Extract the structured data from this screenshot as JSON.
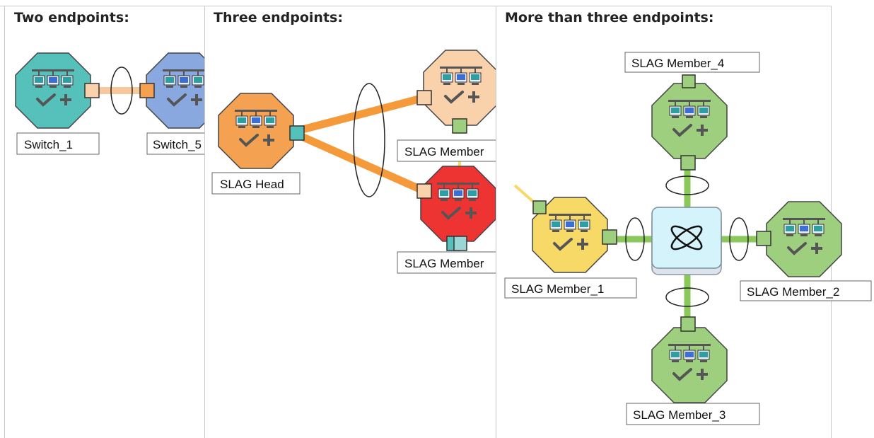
{
  "panels": {
    "two": {
      "heading": "Two endpoints:"
    },
    "three": {
      "heading": "Three endpoints:"
    },
    "more": {
      "heading": "More than three endpoints:"
    }
  },
  "nodes": {
    "switch_1": "Switch_1",
    "switch_2": "Switch_5",
    "slag_head": "SLAG Head",
    "slag_member_top": "SLAG Member",
    "slag_member_bottom": "SLAG Member",
    "member_1": "SLAG Member_1",
    "member_2": "SLAG Member_2",
    "member_3": "SLAG Member_3",
    "member_4": "SLAG Member_4"
  },
  "colors": {
    "teal": "#56c0bb",
    "blue": "#8aa8e0",
    "orange": "#f4a252",
    "peach": "#f9d2ab",
    "red": "#ee3333",
    "yellow": "#f7d968",
    "green": "#9dcf7f",
    "link_orange": "#f49a3a",
    "link_peach": "#f8c79a",
    "link_green": "#8ac85a"
  }
}
